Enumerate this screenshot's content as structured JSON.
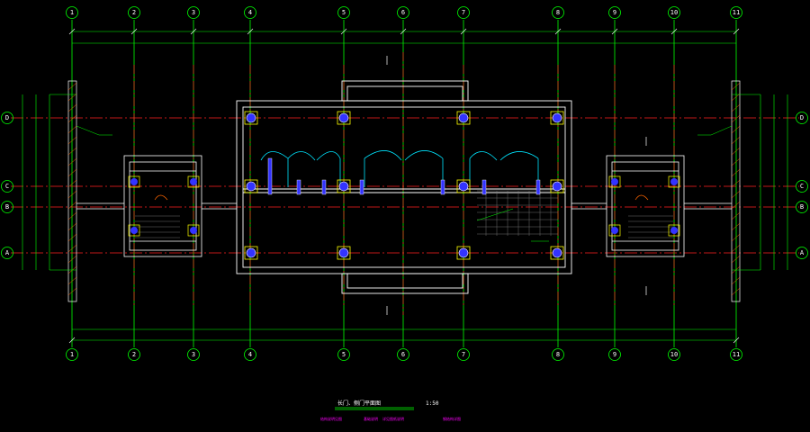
{
  "drawing": {
    "title": "长门、侧门平面图",
    "scale": "1:50",
    "colors": {
      "background": "#000000",
      "grid_line": "#00ff00",
      "dash_line": "#ff2222",
      "wall": "#ffffff",
      "hatch": "#ff6600",
      "column": "#3333ff",
      "door_arc": "#00e5ff",
      "dim": "#ffffff",
      "magenta": "#ff00ff",
      "yellow": "#ffff00"
    },
    "legend_items": [
      "结构说明见图",
      "基础说明",
      "详见图纸说明",
      "钢结构详图"
    ]
  },
  "axes": {
    "vertical": [
      "1",
      "2",
      "3",
      "4",
      "5",
      "6",
      "7",
      "8",
      "9",
      "10",
      "11"
    ],
    "horizontal_left": [
      "D",
      "C",
      "B",
      "A"
    ],
    "horizontal_right": [
      "D",
      "C",
      "B",
      "A"
    ]
  }
}
